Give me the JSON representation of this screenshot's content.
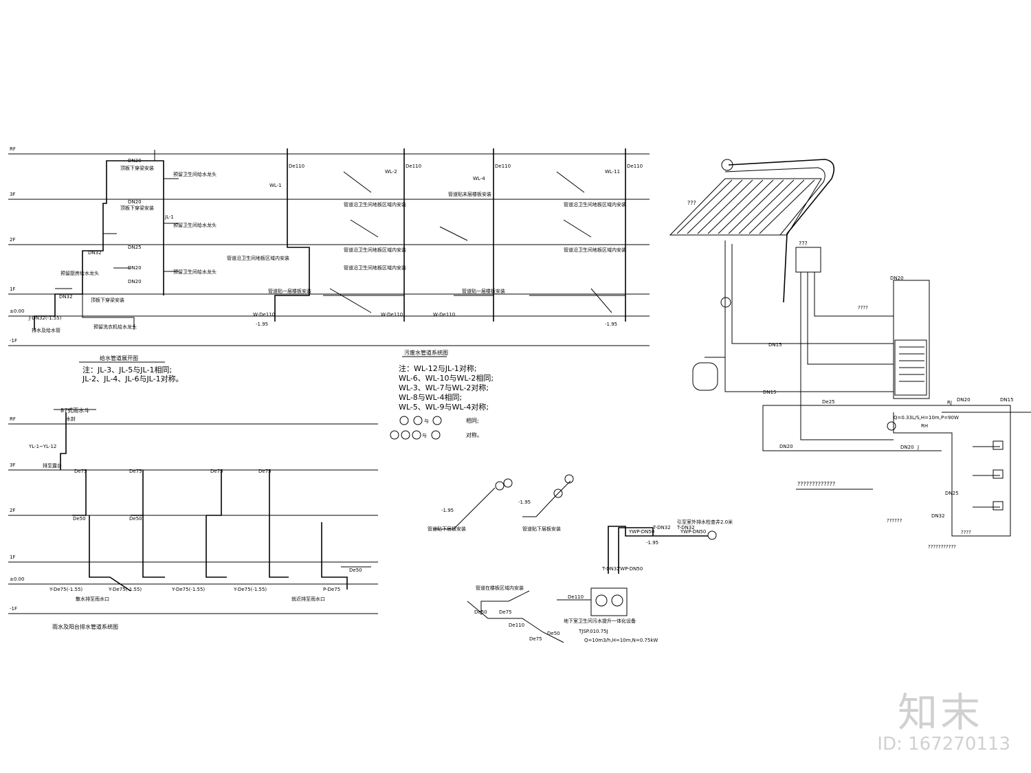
{
  "sheets": {
    "water_supply": {
      "title": "给水管道展开图",
      "note_line1": "注：JL-3、JL-5与JL-1相同;",
      "note_line2": "JL-2、JL-4、JL-6与JL-1对称。",
      "labels": [
        "顶板下穿梁安装",
        "预留卫生间给水龙头",
        "顶板下穿梁安装",
        "预留卫生间给水龙头",
        "预留卫生间给水龙头",
        "预留厨房给水龙头",
        "顶板下穿梁安装",
        "预留洗衣机给水龙头",
        "排水及给水管"
      ],
      "pipe_labels": [
        "DN20",
        "DN20",
        "DN25",
        "DN32",
        "DN32",
        "DN20",
        "DN20",
        "J-DN32(-1.55)",
        "JL-1"
      ]
    },
    "sewage": {
      "title": "污废水管道系统图",
      "notes": [
        "注：WL-12与JL-1对称;",
        "WL-6、WL-10与WL-2相同;",
        "WL-3、WL-7与WL-2对称;",
        "WL-8与WL-4相同;",
        "WL-5、WL-9与WL-4对称;"
      ],
      "same_label": "相同;",
      "mirror_label": "对称。",
      "labels": [
        "管道沿卫生间地板区域内安装",
        "管道沿卫生间地板区域内安装",
        "管道沿卫生间地板区域内安装",
        "管道沿卫生间地板区域内安装",
        "管道贴末层楼板安装",
        "管道贴一层楼板安装",
        "管道贴一层楼板安装",
        "管道沿卫生间地板区域内安装",
        "管道沿卫生间地板区域内安装"
      ],
      "risers": [
        "WL-1",
        "WL-2",
        "WL-4",
        "WL-11"
      ],
      "pipe_labels": [
        "De110",
        "De110",
        "De110",
        "De110",
        "W-De110",
        "W-De110",
        "W-De110",
        "-1.95",
        "-1.95"
      ]
    },
    "rain": {
      "title": "雨水及阳台排水管道系统图",
      "roof_drain": "87式雨水斗",
      "roof_drain_sub": "水封",
      "riser_label": "YL-1~YL-12",
      "outlets": [
        "散水排至雨水口",
        "就近排至雨水口"
      ],
      "balcony": "排至露台",
      "pipe_labels": [
        "Y-De75(-1.55)",
        "Y-De75(-1.55)",
        "Y-De75(-1.55)",
        "Y-De75(-1.55)",
        "P-De75",
        "De75",
        "De75",
        "De75",
        "De75",
        "De50",
        "De50",
        "De50"
      ]
    },
    "details": {
      "detail_a": "管道贴下层板安装",
      "detail_b": "管道贴下层板安装",
      "detail_c": "管道在楼板区域内安装",
      "pump_title": "地下室卫生间污水提升一体化设备",
      "pump_model": "TJSP.010.75J",
      "pump_spec": "Q=10m3/h,H=10m,N=0.75kW",
      "discharge_note": "引至室外排水检查井2.0米",
      "pipes": [
        "T-DN32",
        "YWP-DN50",
        "T-DN32",
        "YWP-DN50",
        "T-DN32",
        "YWP-DN50",
        "De110",
        "-1.95",
        "De50",
        "De75",
        "De110",
        "De75",
        "De50",
        "-1.95",
        "-1.95"
      ]
    },
    "solar": {
      "collector_label": "???",
      "controller_label": "???",
      "pump_spec": "Q=0.33L/S,H=10m,P=90W",
      "system_title": "?????????????",
      "tank_label": "????",
      "bottom_label1": "??????",
      "bottom_label2": "????",
      "bottom_label3": "???????????",
      "pipes": [
        "DN20",
        "DN15",
        "DN15",
        "De25",
        "DN20",
        "DN15",
        "DN20",
        "DN20",
        "DN25",
        "DN32",
        "RJ",
        "RH",
        "J"
      ]
    }
  },
  "floor_labels": [
    "RF",
    "3F",
    "2F",
    "1F",
    "±0.00",
    "-1F",
    "RF",
    "3F",
    "2F",
    "1F",
    "±0.00",
    "-1F"
  ],
  "watermark": {
    "logo": "知末",
    "id": "ID: 167270113"
  }
}
